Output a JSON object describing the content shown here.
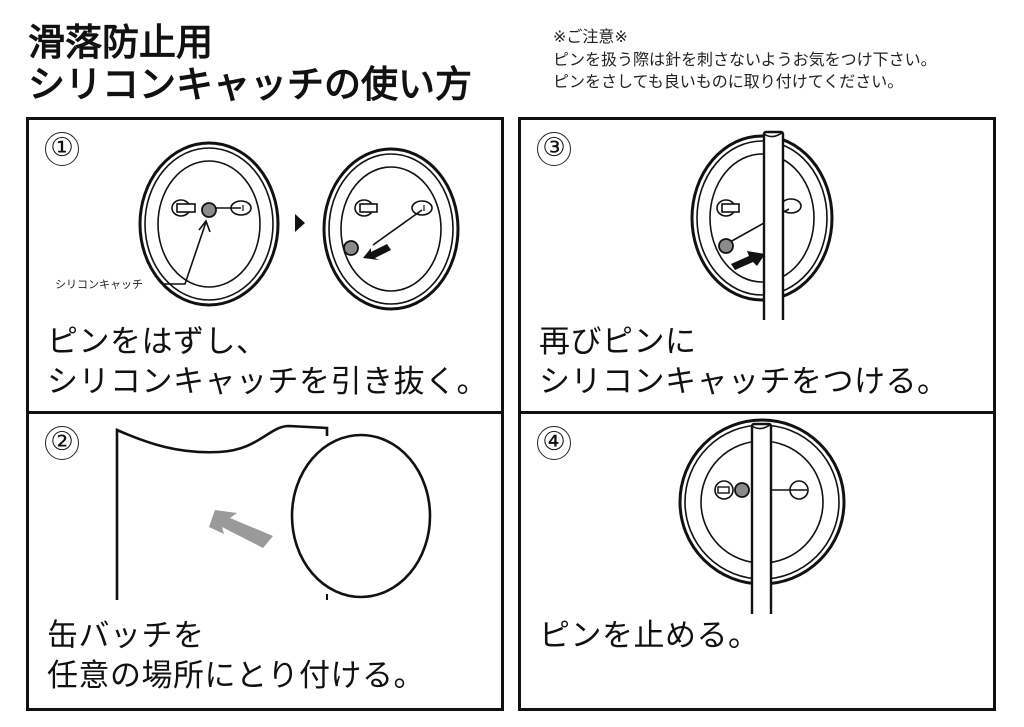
{
  "header": {
    "title_line1": "滑落防止用",
    "title_line2": "シリコンキャッチの使い方"
  },
  "notice": {
    "heading": "※ご注意※",
    "line1": "ピンを扱う際は針を刺さないようお気をつけ下さい。",
    "line2": "ピンをさしても良いものに取り付けてください。"
  },
  "steps": [
    {
      "number": "①",
      "caption_line1": "ピンをはずし、",
      "caption_line2": "シリコンキャッチを引き抜く。",
      "callout_label": "シリコンキャッチ"
    },
    {
      "number": "②",
      "caption_line1": "缶バッチを",
      "caption_line2": "任意の場所にとり付ける。"
    },
    {
      "number": "③",
      "caption_line1": "再びピンに",
      "caption_line2": "シリコンキャッチをつける。"
    },
    {
      "number": "④",
      "caption_line1": "ピンを止める。"
    }
  ],
  "colors": {
    "line": "#111111",
    "catch_gray": "#8a8a8a",
    "arrow_gray": "#9a9a9a"
  }
}
